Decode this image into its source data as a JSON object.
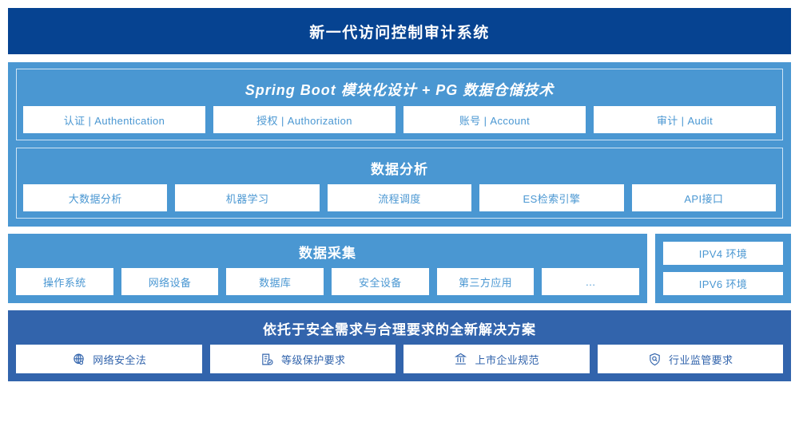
{
  "header": {
    "title": "新一代访问控制审计系统"
  },
  "colors": {
    "header_navy": "#064391",
    "panel_blue": "#4a97d2",
    "deep_blue": "#3264ac",
    "chip_bg": "#ffffff",
    "inner_border": "#cfe4f5"
  },
  "sections": {
    "platform": {
      "title": "Spring Boot 模块化设计 + PG 数据仓储技术",
      "chips": [
        {
          "label": "认证 | Authentication"
        },
        {
          "label": "授权 | Authorization"
        },
        {
          "label": "账号 | Account"
        },
        {
          "label": "审计 | Audit"
        }
      ]
    },
    "analysis": {
      "title": "数据分析",
      "chips": [
        {
          "label": "大数据分析"
        },
        {
          "label": "机器学习"
        },
        {
          "label": "流程调度"
        },
        {
          "label": "ES检索引擎"
        },
        {
          "label": "API接口"
        }
      ]
    },
    "collection": {
      "title": "数据采集",
      "chips": [
        {
          "label": "操作系统"
        },
        {
          "label": "网络设备"
        },
        {
          "label": "数据库"
        },
        {
          "label": "安全设备"
        },
        {
          "label": "第三方应用"
        },
        {
          "label": "…"
        }
      ],
      "environments": [
        {
          "label": "IPV4 环境"
        },
        {
          "label": "IPV6 环境"
        }
      ]
    },
    "compliance": {
      "title": "依托于安全需求与合理要求的全新解决方案",
      "chips": [
        {
          "label": "网络安全法",
          "icon": "globe-icon"
        },
        {
          "label": "等级保护要求",
          "icon": "document-check-icon"
        },
        {
          "label": "上市企业规范",
          "icon": "bank-icon"
        },
        {
          "label": "行业监管要求",
          "icon": "shield-search-icon"
        }
      ]
    }
  }
}
